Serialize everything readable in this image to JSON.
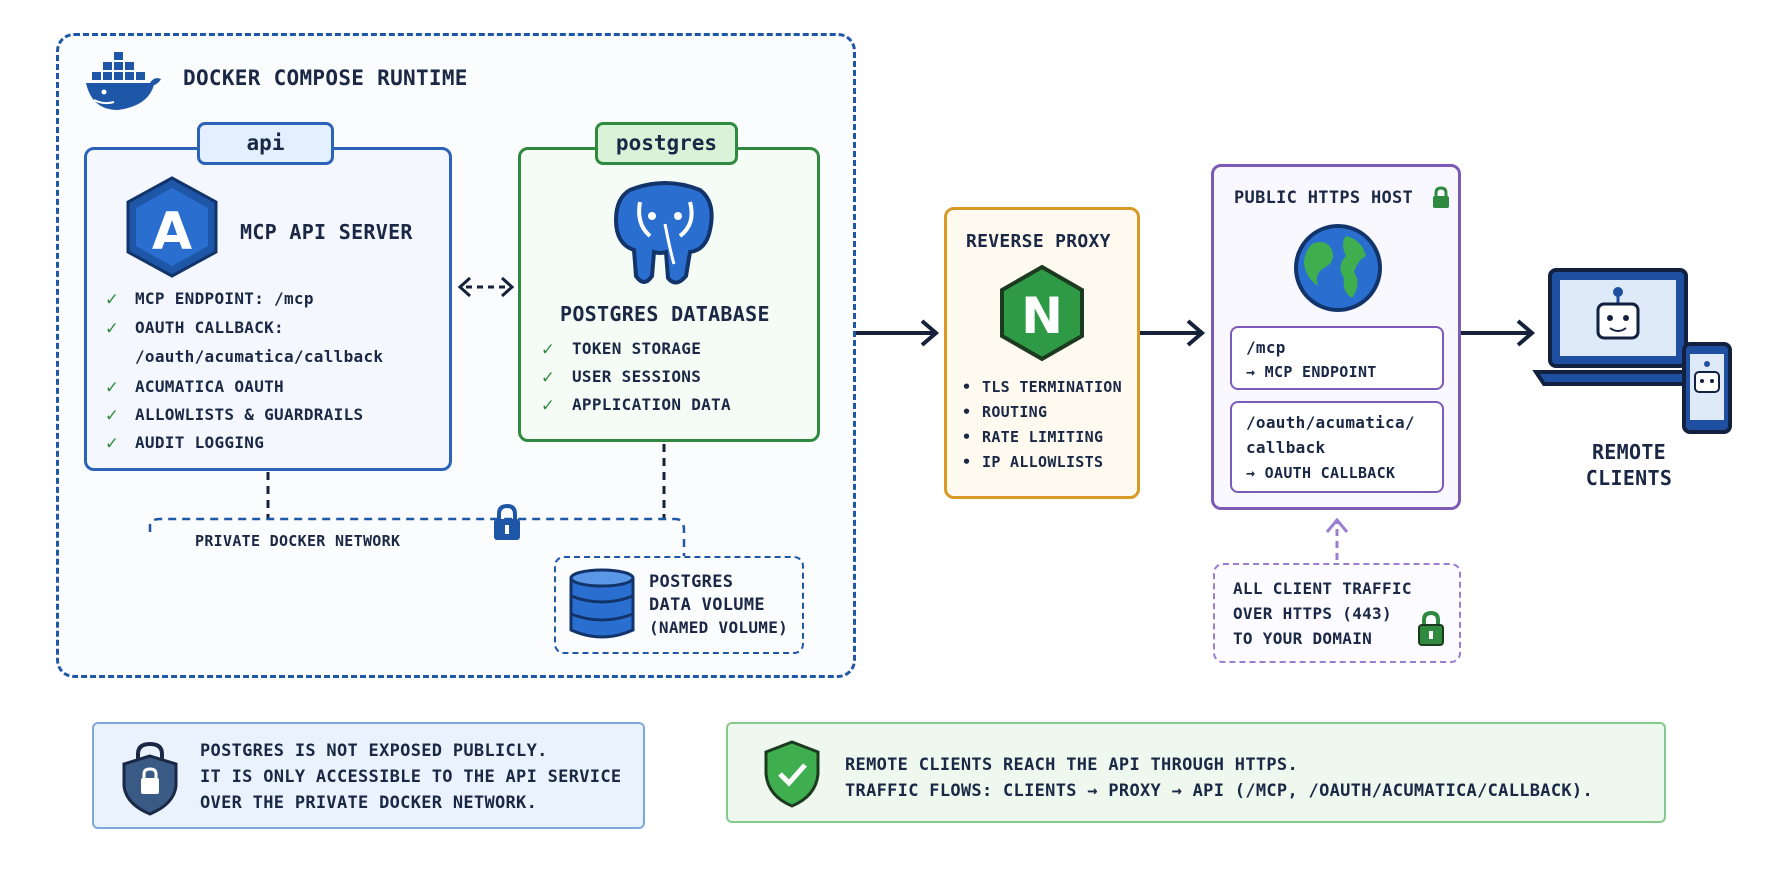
{
  "runtime": {
    "title": "DOCKER COMPOSE RUNTIME"
  },
  "api": {
    "tab": "api",
    "heading": "MCP API SERVER",
    "logo_letter": "A",
    "features": [
      "MCP ENDPOINT: /mcp",
      "OAUTH CALLBACK:",
      "/oauth/acumatica/callback",
      "ACUMATICA OAUTH",
      "ALLOWLISTS & GUARDRAILS",
      "AUDIT LOGGING"
    ]
  },
  "postgres": {
    "tab": "postgres",
    "heading": "POSTGRES DATABASE",
    "features": [
      "TOKEN STORAGE",
      "USER SESSIONS",
      "APPLICATION DATA"
    ]
  },
  "network": {
    "label": "PRIVATE DOCKER NETWORK"
  },
  "volume": {
    "line1": "POSTGRES",
    "line2": "DATA VOLUME",
    "line3": "(NAMED VOLUME)"
  },
  "proxy": {
    "title": "REVERSE PROXY",
    "logo_letter": "N",
    "items": [
      "TLS TERMINATION",
      "ROUTING",
      "RATE LIMITING",
      "IP ALLOWLISTS"
    ]
  },
  "host": {
    "title": "PUBLIC HTTPS HOST",
    "route1": {
      "path": "/mcp",
      "target": "→ MCP ENDPOINT"
    },
    "route2": {
      "path1": "/oauth/acumatica/",
      "path2": "callback",
      "target": "→ OAUTH CALLBACK"
    }
  },
  "traffic": {
    "line1": "ALL CLIENT TRAFFIC",
    "line2": "OVER HTTPS (443)",
    "line3": "TO YOUR DOMAIN"
  },
  "clients": {
    "line1": "REMOTE",
    "line2": "CLIENTS"
  },
  "notes": {
    "postgres_line1": "POSTGRES IS NOT EXPOSED PUBLICLY.",
    "postgres_line2": "IT IS ONLY ACCESSIBLE TO THE API SERVICE",
    "postgres_line3": "OVER THE PRIVATE DOCKER NETWORK.",
    "https_line1": "REMOTE CLIENTS REACH THE API THROUGH HTTPS.",
    "https_line2": "TRAFFIC FLOWS: CLIENTS → PROXY → API (/MCP, /OAUTH/ACUMATICA/CALLBACK)."
  },
  "colors": {
    "docker_blue": "#1f57a8",
    "postgres_green": "#2f8a3f",
    "proxy_orange": "#d89a24",
    "host_purple": "#7b5ab8"
  },
  "icons": [
    "docker-whale-icon",
    "api-hexagon-icon",
    "postgres-elephant-icon",
    "padlock-icon",
    "database-cylinder-icon",
    "nginx-hexagon-icon",
    "globe-icon",
    "laptop-robot-icon",
    "phone-robot-icon",
    "shield-check-icon",
    "shield-lock-icon"
  ]
}
